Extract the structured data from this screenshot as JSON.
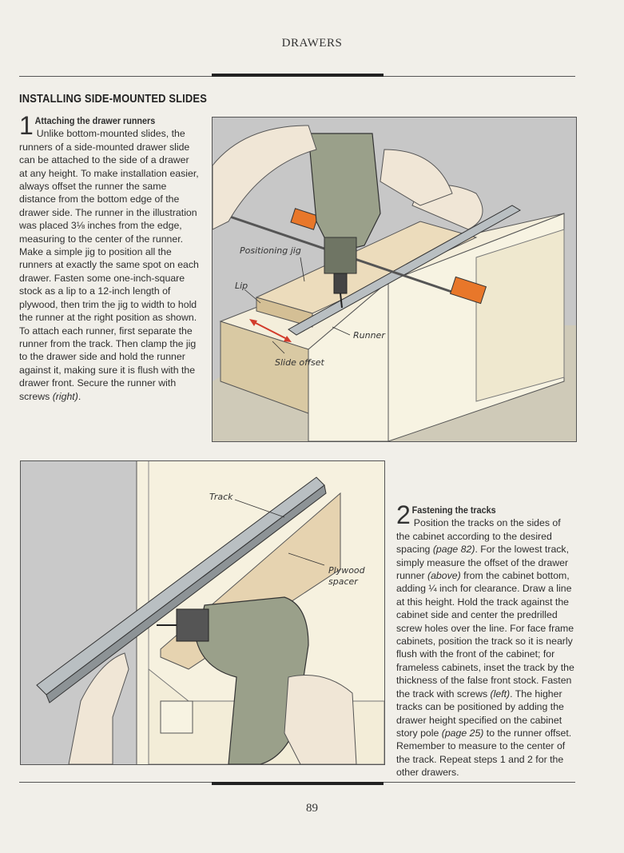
{
  "header": {
    "chapter": "DRAWERS"
  },
  "section_title": "INSTALLING SIDE-MOUNTED SLIDES",
  "step1": {
    "number": "1",
    "title": "Attaching the drawer runners",
    "text_a": "Unlike bottom-mounted slides, the runners of a side-mounted drawer slide can be attached to the side of a drawer at any height. To make installation easier, always offset the runner the same distance from the bottom edge of the drawer side. The runner in the illustration was placed 3⅛ inches from the edge, measuring to the center of the runner. Make a simple jig to position all the runners at exactly the same spot on each drawer. Fasten some one-inch-square stock as a lip to a 12-inch length of plywood, then trim the jig to width to hold the runner at the right position as shown. To attach each runner, first separate the runner from the track. Then clamp the jig to the drawer side and hold the runner against it, making sure it is flush with the drawer front. Secure the runner with screws ",
    "ref": "(right)",
    "text_b": "."
  },
  "step2": {
    "number": "2",
    "title": "Fastening the tracks",
    "t1": "Position the tracks on the sides of the cabinet according to the desired spacing ",
    "r1": "(page 82)",
    "t2": ". For the lowest track, simply measure the offset of the drawer runner ",
    "r2": "(above)",
    "t3": " from the cabinet bottom, adding ¼ inch for clearance. Draw a line at this height. Hold the track against the cabinet side and center the predrilled screw holes over the line. For face frame cabinets, position the track so it is nearly flush with the front of the cabinet; for frameless cabinets, inset the track by the thickness of the false front stock. Fasten the track with screws ",
    "r3": "(left)",
    "t4": ". The higher tracks can be positioned by adding the drawer height specified on the cabinet story pole ",
    "r4": "(page 25)",
    "t5": " to the runner offset. Remember to measure to the center of the track. Repeat steps 1 and 2 for the other drawers."
  },
  "figure1_labels": {
    "jig": "Positioning jig",
    "lip": "Lip",
    "runner": "Runner",
    "offset": "Slide offset"
  },
  "figure2_labels": {
    "track": "Track",
    "spacer_1": "Plywood",
    "spacer_2": "spacer"
  },
  "page_number": "89",
  "colors": {
    "background": "#f1efe9",
    "wall": "#c9c9c9",
    "wood_light": "#f6f1df",
    "plywood": "#e6d3b0",
    "drill_body": "#9aa08a",
    "clamp_orange": "#e8772a",
    "arrow_red": "#d23b2b"
  }
}
